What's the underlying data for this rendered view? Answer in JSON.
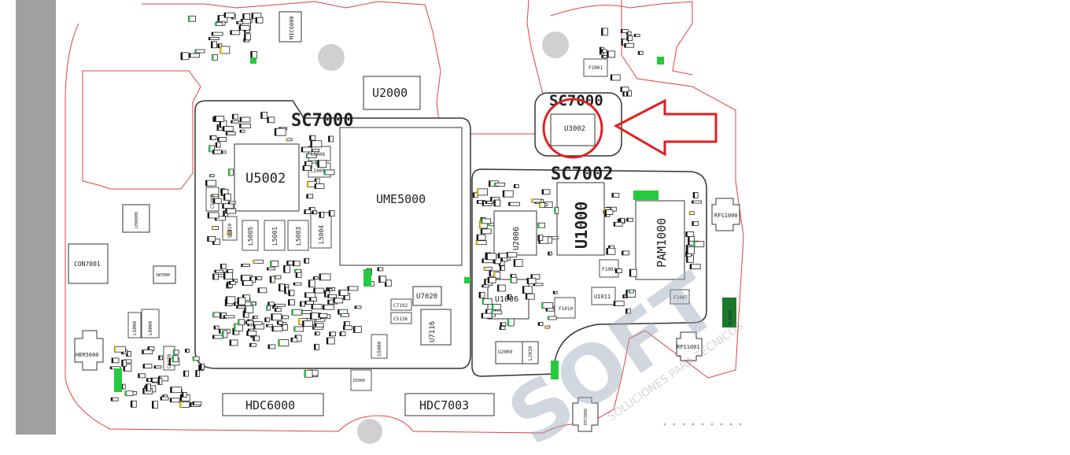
{
  "labels": {
    "sc7000_top": "SC7000",
    "sc7000_main": "SC7000",
    "sc7002": "SC7002",
    "u2000": "U2000",
    "u5002": "U5002",
    "ume5000": "UME5000",
    "u1000": "U1000",
    "pam1000": "PAM1000",
    "u2006": "U2006",
    "u1006": "U1006",
    "u7020": "U7020",
    "u7116": "U7116",
    "u3002": "U3002",
    "hdc6000": "HDC6000",
    "hdc7003": "HDC7003",
    "con7001": "CON7001",
    "her5000": "HER5000",
    "rfs1000": "RFS1000",
    "rfs1001": "RFS1001",
    "mic6000": "MIC6000",
    "f2001": "F2001",
    "f1001": "F1001",
    "f1010": "F1010",
    "u1011": "U1011",
    "u2009": "U2009",
    "l2039": "L2039",
    "l5006": "L5006",
    "l5009": "L5009",
    "l5005": "L5005",
    "l5001": "L5001",
    "l5003": "L5003",
    "l5004": "L5004",
    "l6020": "L6020",
    "c5007": "C5007",
    "l6004": "L6004",
    "l5008": "L5008",
    "c6178": "C6178",
    "c7192": "C7192",
    "c5136": "C5136",
    "u5004": "U5004",
    "f1007": "F1007",
    "dtc5008": "DTC5008",
    "cl7000": "CL7000",
    "led6000": "LED6000",
    "sw7000": "SW7000",
    "d5000": "D5000"
  },
  "watermark": "SOFT",
  "watermark_sub": "SOLUCIONES PARA TECNICOS",
  "colors": {
    "outline": "#e34040",
    "marker_circle": "#e02020",
    "arrow": "#e02020",
    "pad_green": "#27c93f",
    "pad_yellow": "#f5c800",
    "left_bar": "#a0a0a0"
  },
  "annotation": {
    "type": "circle-and-arrow",
    "target": "U3002"
  }
}
